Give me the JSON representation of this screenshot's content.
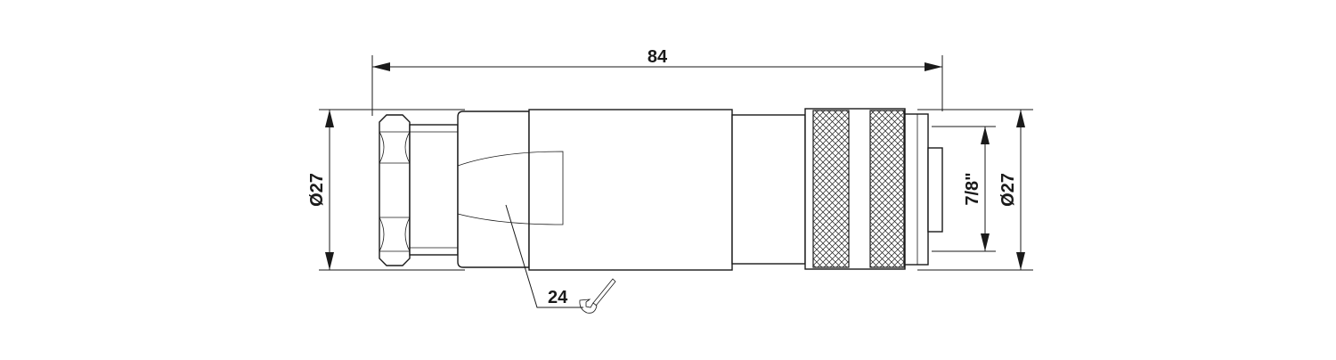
{
  "dimensions": {
    "overall_length": "84",
    "left_diameter": "Ø27",
    "thread_size": "7/8\"",
    "right_diameter": "Ø27",
    "wrench_size": "24"
  },
  "icons": {
    "wrench": "wrench-icon"
  },
  "colors": {
    "line": "#1a1a1a",
    "background": "#ffffff"
  }
}
